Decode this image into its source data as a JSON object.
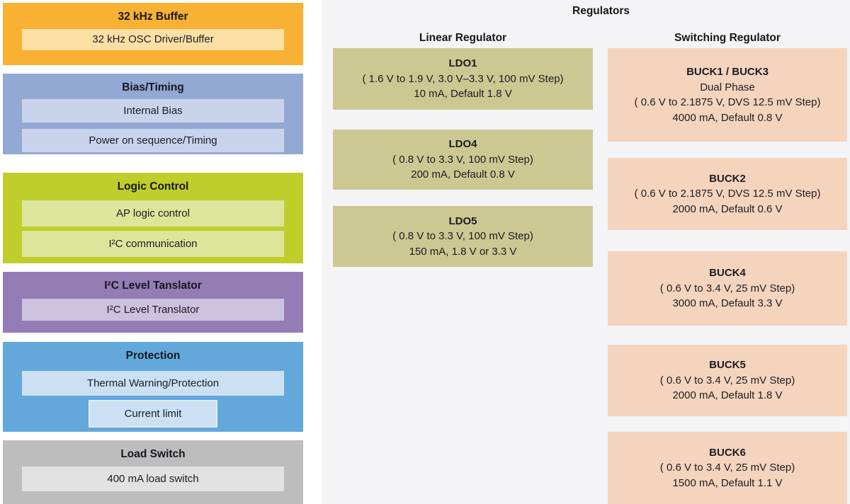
{
  "left_blocks": [
    {
      "title": "32 kHz Buffer",
      "bg": "#F8B133",
      "inner_bg": "#FBDFA4",
      "items": [
        "32 kHz OSC Driver/Buffer"
      ]
    },
    {
      "title": "Bias/Timing",
      "bg": "#92A9D4",
      "inner_bg": "#C9D4EC",
      "items": [
        "Internal Bias",
        "Power on sequence/Timing"
      ]
    },
    {
      "title": "Logic Control",
      "bg": "#BFCE2B",
      "inner_bg": "#DDE59A",
      "items": [
        "AP logic control",
        "I²C communication"
      ]
    },
    {
      "title": "I²C Level Tanslator",
      "bg": "#947DB5",
      "inner_bg": "#CCC1DE",
      "items": [
        "I²C Level Translator"
      ]
    },
    {
      "title": "Protection",
      "bg": "#62A8DB",
      "inner_bg": "#CBE1F3",
      "items": [
        "Thermal Warning/Protection",
        "Current limit"
      ]
    },
    {
      "title": "Load Switch",
      "bg": "#BDBDBD",
      "inner_bg": "#E2E2E2",
      "items": [
        "400 mA load switch"
      ]
    }
  ],
  "regulators": {
    "title": "Regulators",
    "panel_bg": "#F4F4F6",
    "linear": {
      "header": "Linear Regulator",
      "box_bg": "#CBC892",
      "items": [
        {
          "name": "LDO1",
          "lines": [
            "( 1.6 V to 1.9 V, 3.0 V–3.3 V, 100 mV Step)",
            "10 mA, Default 1.8 V"
          ]
        },
        {
          "name": "LDO4",
          "lines": [
            "( 0.8 V to 3.3 V, 100 mV Step)",
            "200 mA, Default 0.8 V"
          ]
        },
        {
          "name": "LDO5",
          "lines": [
            "( 0.8 V to 3.3 V, 100 mV Step)",
            "150 mA, 1.8 V or 3.3 V"
          ]
        }
      ]
    },
    "switching": {
      "header": "Switching Regulator",
      "box_bg": "#F5D4BD",
      "items": [
        {
          "name": "BUCK1 / BUCK3",
          "lines": [
            "Dual Phase",
            "( 0.6 V to 2.1875 V, DVS 12.5 mV Step)",
            "4000 mA, Default 0.8 V"
          ]
        },
        {
          "name": "BUCK2",
          "lines": [
            "( 0.6 V to 2.1875 V, DVS 12.5 mV Step)",
            "2000 mA, Default 0.6 V"
          ]
        },
        {
          "name": "BUCK4",
          "lines": [
            "( 0.6 V to 3.4 V, 25 mV Step)",
            "3000 mA, Default 3.3 V"
          ]
        },
        {
          "name": "BUCK5",
          "lines": [
            "( 0.6 V to 3.4 V, 25 mV Step)",
            "2000 mA, Default 1.8 V"
          ]
        },
        {
          "name": "BUCK6",
          "lines": [
            "( 0.6 V to 3.4 V, 25 mV Step)",
            "1500 mA, Default 1.1 V"
          ]
        }
      ]
    }
  }
}
